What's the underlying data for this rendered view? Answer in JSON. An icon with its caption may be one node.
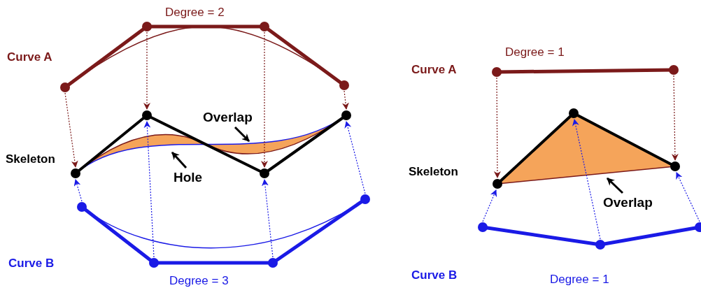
{
  "diagram": {
    "nodes": [
      {
        "text": [
          "Overlap"
        ]
      },
      {
        "text": [
          "Hole"
        ]
      },
      {
        "text": [
          "Overlap"
        ]
      }
    ],
    "edges": [
      {
        "from": 0,
        "to": null,
        "arrow": "to"
      },
      {
        "from": 1,
        "to": null,
        "arrow": "to"
      },
      {
        "from": 2,
        "to": null,
        "arrow": "to"
      }
    ],
    "labels": [
      "Degree = 2",
      "Curve A",
      "Degree = 1",
      "Curve A",
      "Skeleton",
      "Skeleton",
      "Curve B",
      "Curve B",
      "Degree = 3",
      "Degree = 1"
    ]
  }
}
